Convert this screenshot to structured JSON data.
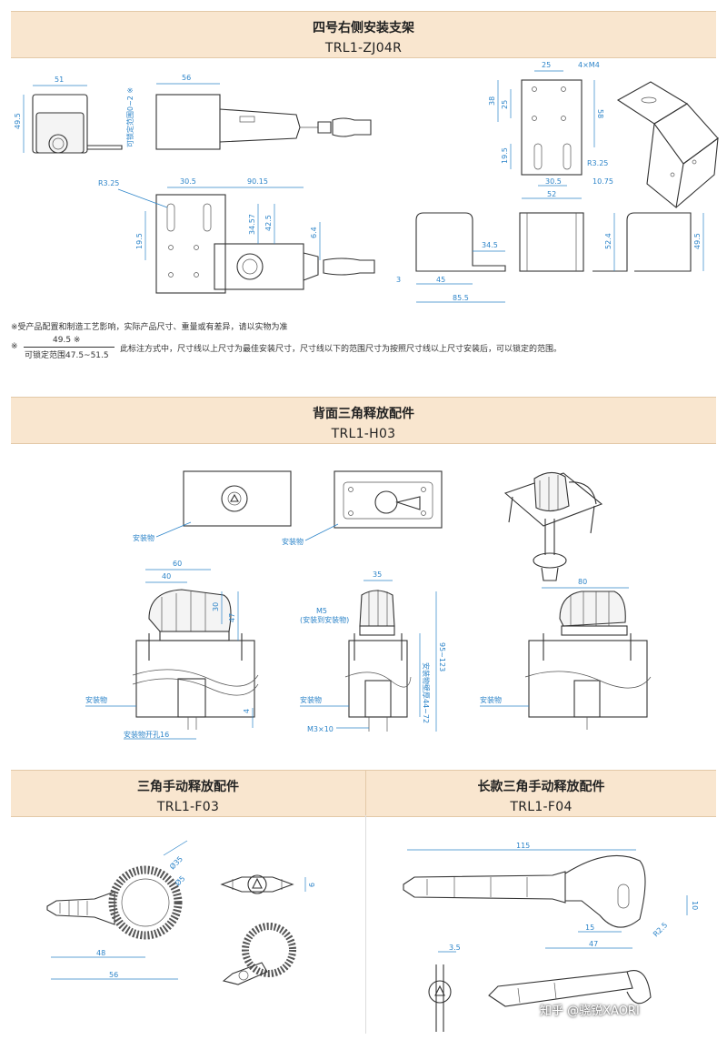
{
  "section1": {
    "title": "四号右侧安装支架",
    "model": "TRL1-ZJ04R",
    "dims": {
      "d51": "51",
      "d49_5_left": "49.5",
      "d56": "56",
      "range_v": "可锁定范围0~2 ※",
      "r325a": "R3.25",
      "d30_5a": "30.5",
      "d90_15": "90.15",
      "d19_5a": "19.5",
      "d34_57": "34.57",
      "d42_5": "42.5",
      "d6_4": "6.4",
      "d25": "25",
      "m4": "4×M4",
      "d38": "38",
      "d25v": "25",
      "d58": "58",
      "d19_5b": "19.5",
      "r325b": "R3.25",
      "d30_5b": "30.5",
      "d10_75": "10.75",
      "d52": "52",
      "d34_5": "34.5",
      "d3": "3",
      "d45": "45",
      "d85_5": "85.5",
      "d52_4": "52.4",
      "d49_5_right": "49.5"
    },
    "note1": "※受产品配置和制造工艺影响，实际产品尺寸、重量或有差异，请以实物为准",
    "note2_top": "49.5 ※",
    "note2_bottom": "可锁定范围47.5~51.5",
    "note2_text": "此标注方式中，尺寸线以上尺寸为最佳安装尺寸，尺寸线以下的范围尺寸为按照尺寸线以上尺寸安装后，可以锁定的范围。",
    "note2_prefix": "※"
  },
  "section2": {
    "title": "背面三角释放配件",
    "model": "TRL1-H03",
    "labels": {
      "mount1": "安装物",
      "mount2": "安装物",
      "mount3": "安装物",
      "mount4": "安装物",
      "mount5": "安装物",
      "d60": "60",
      "d40": "40",
      "d30": "30",
      "d47": "47",
      "d4": "4",
      "hole": "安装物开孔16",
      "d35": "35",
      "m5": "M5",
      "m5sub": "(安装到安装物)",
      "wall": "安装物壁厚44~72",
      "d95": "95~123",
      "m3": "M3×10",
      "d80": "80"
    }
  },
  "section3": {
    "left_title": "三角手动释放配件",
    "left_model": "TRL1-F03",
    "right_title": "长款三角手动释放配件",
    "right_model": "TRL1-F04",
    "labels": {
      "phi35": "Ø35",
      "phi5": "Ø5",
      "d9": "9",
      "d48": "48",
      "d56": "56",
      "d115": "115",
      "d10": "10",
      "d15": "15",
      "d47": "47",
      "r25": "R2.5",
      "d3_5": "3.5"
    }
  },
  "watermark": "知乎 @骁锐XAORI",
  "colors": {
    "header_bg": "#f9e6cf",
    "dimension": "#2c84c9",
    "line": "#333333"
  }
}
